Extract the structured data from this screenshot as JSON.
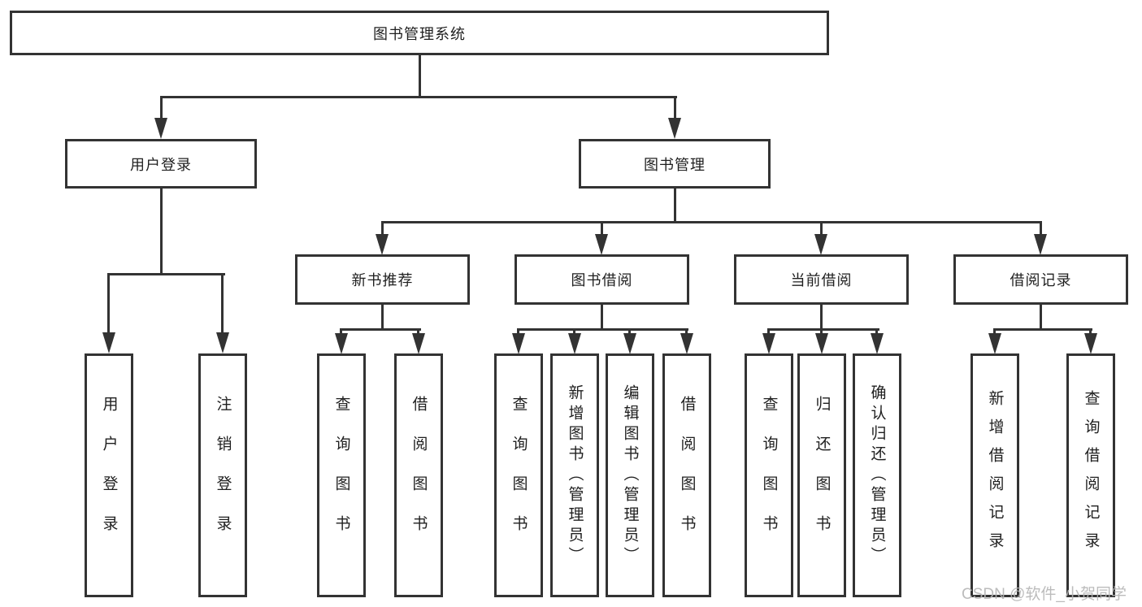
{
  "colors": {
    "background": "#ffffff",
    "line": "#333333",
    "border": "#333333",
    "text": "#1f1f1f",
    "watermark": "#b5b5b5"
  },
  "watermark": {
    "text": "CSDN @软件_小贺同学"
  },
  "diagram": {
    "root": {
      "label": "图书管理系统"
    },
    "children": [
      {
        "label": "用户登录",
        "children": [
          {
            "label": "用户登录"
          },
          {
            "label": "注销登录"
          }
        ]
      },
      {
        "label": "图书管理",
        "children": [
          {
            "label": "新书推荐",
            "children": [
              {
                "label": "查询图书"
              },
              {
                "label": "借阅图书"
              }
            ]
          },
          {
            "label": "图书借阅",
            "children": [
              {
                "label": "查询图书"
              },
              {
                "label": "新增图书（管理员）"
              },
              {
                "label": "编辑图书（管理员）"
              },
              {
                "label": "借阅图书"
              }
            ]
          },
          {
            "label": "当前借阅",
            "children": [
              {
                "label": "查询图书"
              },
              {
                "label": "归还图书"
              },
              {
                "label": "确认归还（管理员）"
              }
            ]
          },
          {
            "label": "借阅记录",
            "children": [
              {
                "label": "新增借阅记录"
              },
              {
                "label": "查询借阅记录"
              }
            ]
          }
        ]
      }
    ]
  }
}
